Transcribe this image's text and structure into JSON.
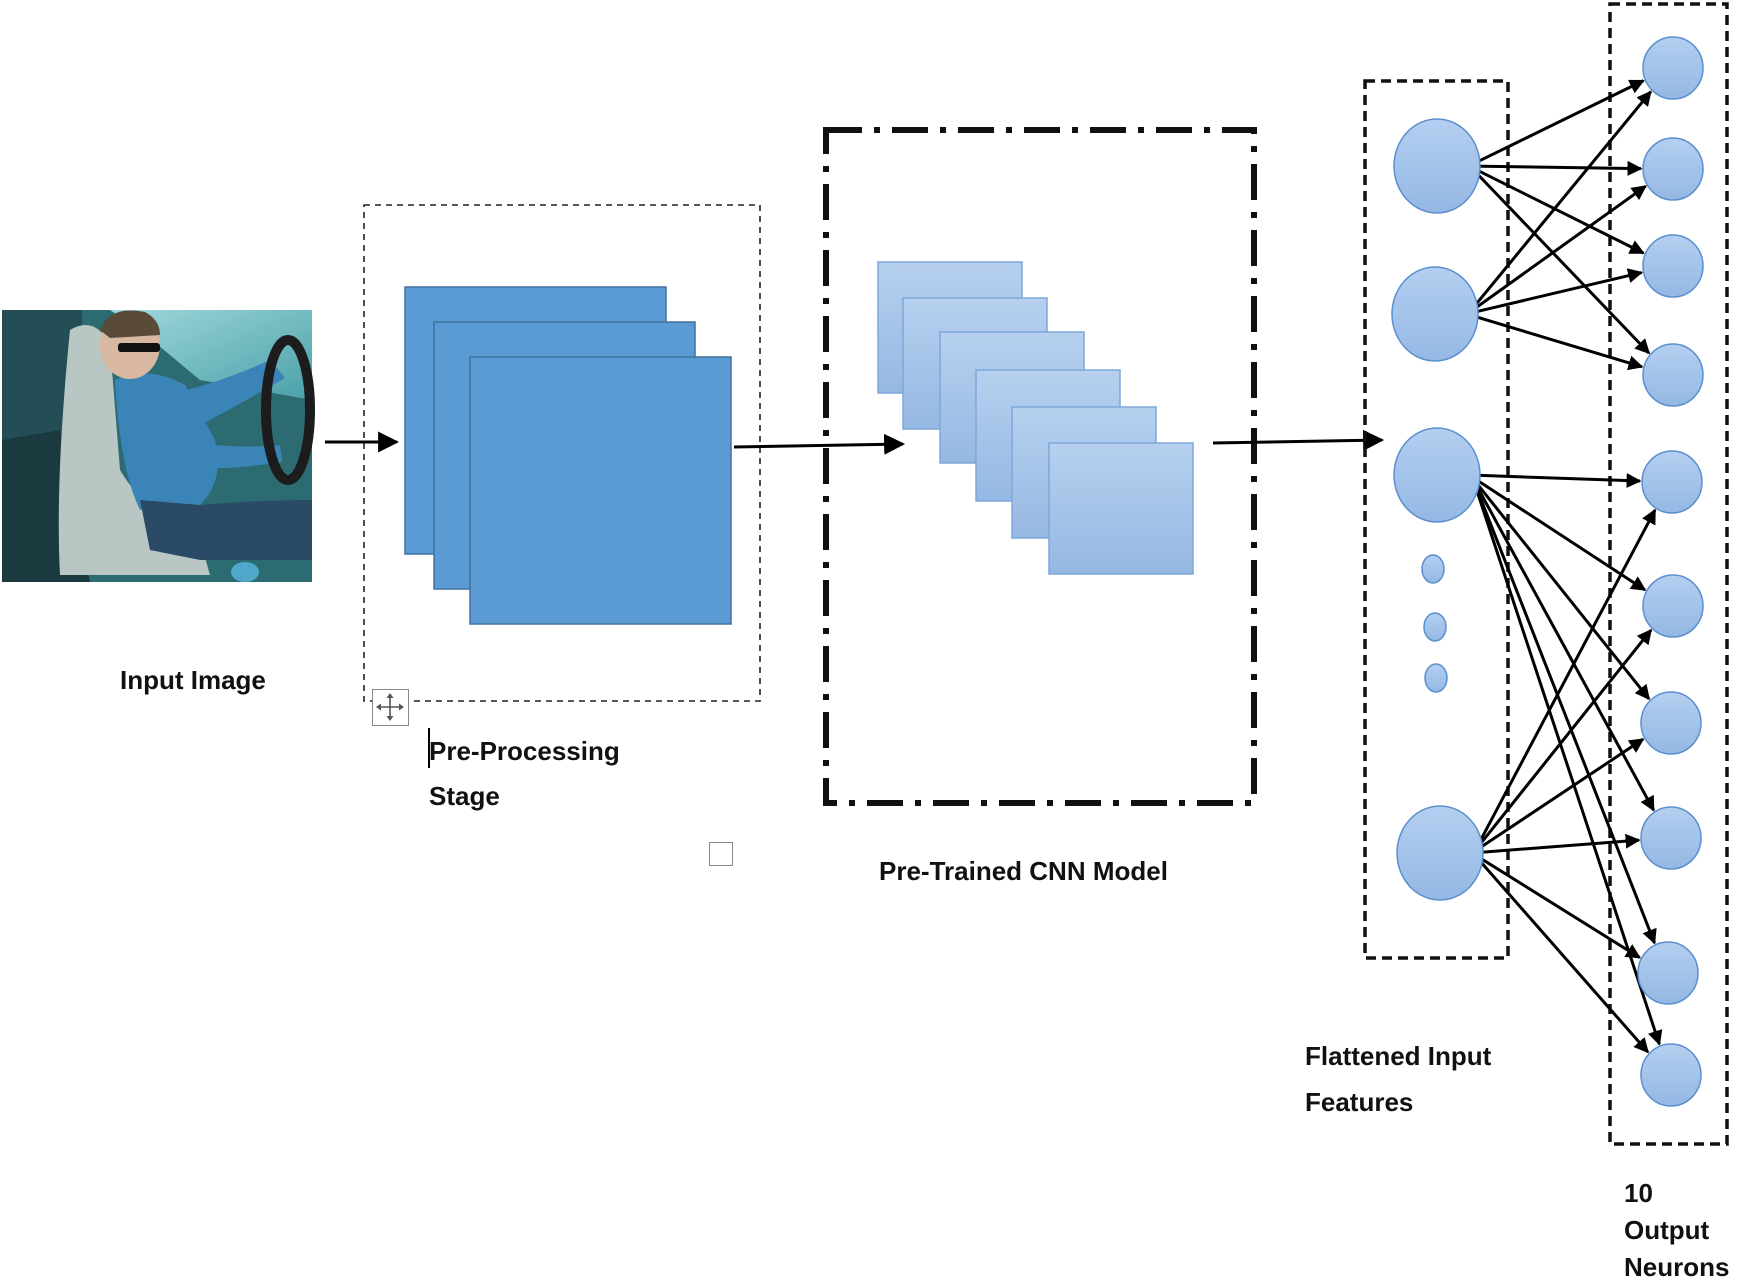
{
  "labels": {
    "input_image": "Input Image",
    "preprocessing_line1": "Pre-Processing",
    "preprocessing_line2": "Stage",
    "cnn_model": "Pre-Trained CNN Model",
    "flattened_line1": "Flattened Input",
    "flattened_line2": "Features",
    "output_line1": "10",
    "output_line2": "Output",
    "output_line3": "Neurons"
  },
  "colors": {
    "preprocessing_square_fill": "#5b9bd5",
    "preprocessing_square_stroke": "#41719c",
    "cnn_square_fill": "#a9c7ea",
    "neuron_fill": "#a4c3ea",
    "neuron_stroke": "#5b8fcf",
    "arrow": "#000000",
    "photo_teal": "#2f7f88"
  },
  "icons": {
    "move_handle": "move-arrows-icon",
    "resize_handle": "square-handle-icon"
  },
  "network": {
    "input_neuron_count": 4,
    "ellipsis_dot_count": 3,
    "output_neuron_count": 10
  }
}
